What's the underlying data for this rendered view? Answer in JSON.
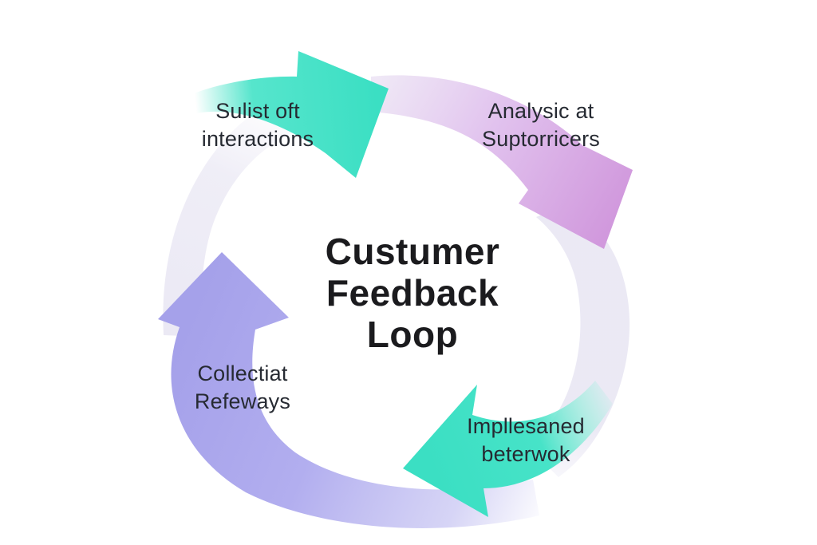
{
  "diagram": {
    "title_lines": [
      "Custumer",
      "Feedback",
      "Loop"
    ],
    "steps": [
      {
        "position": "top-left",
        "line1": "Sulist oft",
        "line2": "interactions"
      },
      {
        "position": "top-right",
        "line1": "Analysic at",
        "line2": "Suptorricers"
      },
      {
        "position": "bottom-left",
        "line1": "Collectiat",
        "line2": "Refeways"
      },
      {
        "position": "bottom-right",
        "line1": "Impllesaned",
        "line2": "beterwok"
      }
    ],
    "colors": {
      "teal": "#47e3c8",
      "teal_deep": "#3bdfc3",
      "teal_fade": "#9feede",
      "pink": "#d199dd",
      "pink_mid": "#e1c2ee",
      "pink_pale": "#ece3f4",
      "periwinkle": "#a5a1ea",
      "periwinkle_mid": "#b2aeef",
      "periwinkle_light": "#cfcdf4",
      "pale_arc": "#eae8f4",
      "pale_arc_soft": "#f2f1f9",
      "label_text": "#262a32",
      "title_text": "#1b1b1e",
      "background": "#ffffff"
    }
  }
}
